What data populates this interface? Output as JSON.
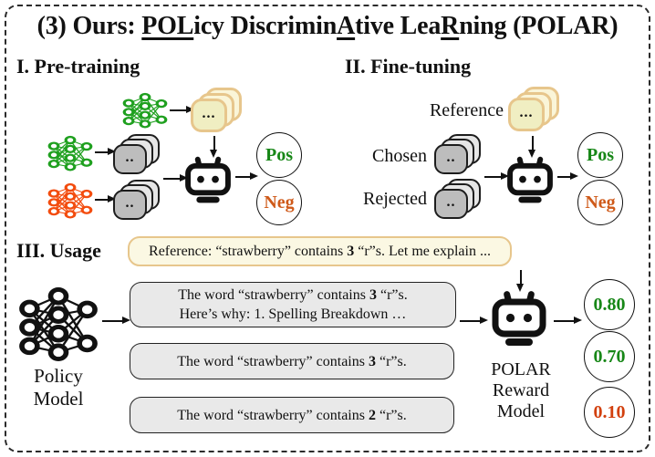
{
  "title": {
    "seg1": "(3) Ours: ",
    "u1": "POL",
    "seg2": "icy Discrimin",
    "u2": "A",
    "seg3": "tive Lea",
    "u3": "R",
    "seg4": "ning (POLAR)"
  },
  "colors": {
    "nn_green": "#1fa01f",
    "nn_orange": "#f34c0e",
    "pos_text_green": "#178717",
    "neg_text_orange": "#cf5a1a",
    "score_red": "#d2400e",
    "tan_border": "#e7c68c",
    "cream_fill": "#fbf8e3",
    "gray_card_fill": "#bdbdbd",
    "gray_box_fill": "#e9e9e9"
  },
  "pretraining": {
    "heading": "I. Pre-training",
    "tan_ellipsis": "...",
    "gray_ellipsis_1": "..",
    "gray_ellipsis_2": "..",
    "pos": "Pos",
    "neg": "Neg"
  },
  "finetuning": {
    "heading": "II. Fine-tuning",
    "reference_label": "Reference",
    "tan_ellipsis": "...",
    "chosen_label": "Chosen",
    "chosen_ellipsis": "..",
    "rejected_label": "Rejected",
    "rejected_ellipsis": "..",
    "pos": "Pos",
    "neg": "Neg"
  },
  "usage": {
    "heading": "III. Usage",
    "policy_label_line1": "Policy",
    "policy_label_line2": "Model",
    "reference_box": {
      "pre": "Reference: “strawberry” contains ",
      "bold": "3",
      "post": " “r”s. Let me explain ..."
    },
    "outputs": [
      {
        "pre": "The word “strawberry” contains ",
        "bold": "3",
        "post": " “r”s.",
        "line2": "Here’s why: 1. Spelling Breakdown …"
      },
      {
        "pre": "The word “strawberry” contains ",
        "bold": "3",
        "post": " “r”s."
      },
      {
        "pre": "The word “strawberry” contains ",
        "bold": "2",
        "post": " “r”s."
      }
    ],
    "reward_label_line1": "POLAR",
    "reward_label_line2": "Reward",
    "reward_label_line3": "Model",
    "scores": [
      {
        "value": "0.80",
        "color": "#178717"
      },
      {
        "value": "0.70",
        "color": "#178717"
      },
      {
        "value": "0.10",
        "color": "#d2400e"
      }
    ]
  }
}
